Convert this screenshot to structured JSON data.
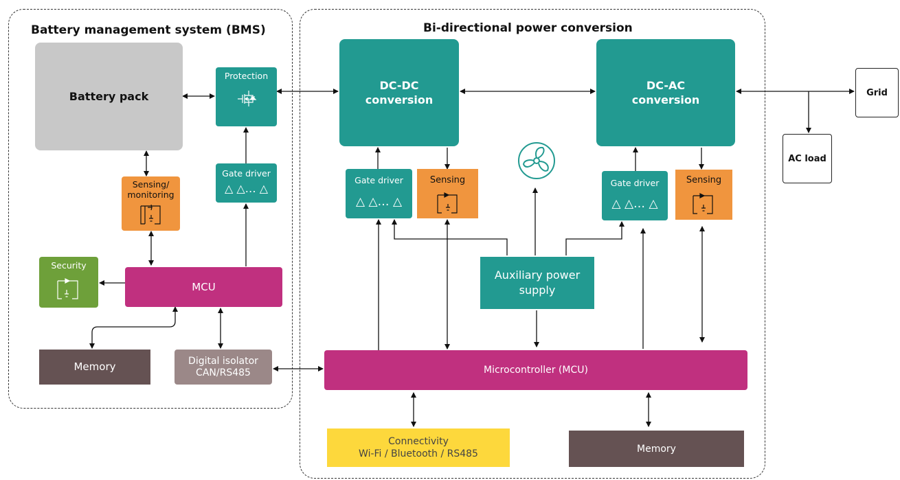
{
  "groups": {
    "bms": "Battery management system (BMS)",
    "power": "Bi-directional power conversion"
  },
  "blocks": {
    "battery_pack": "Battery pack",
    "protection": "Protection",
    "gate_driver_bms": "Gate driver",
    "sensing_monitoring": "Sensing/\nmonitoring",
    "security": "Security",
    "mcu_bms": "MCU",
    "memory_bms": "Memory",
    "digital_isolator": "Digital isolator\nCAN/RS485",
    "dcdc": "DC-DC\nconversion",
    "dcac": "DC-AC\nconversion",
    "gate_driver_dcdc": "Gate driver",
    "sensing_dcdc": "Sensing",
    "gate_driver_dcac": "Gate driver",
    "sensing_dcac": "Sensing",
    "aux_power": "Auxiliary power\nsupply",
    "mcu_main": "Microcontroller (MCU)",
    "connectivity": "Connectivity\nWi-Fi / Bluetooth / RS485",
    "memory_main": "Memory",
    "grid": "Grid",
    "ac_load": "AC load"
  },
  "gate_symbols": "△ △… △",
  "icons": [
    "mosfet-icon",
    "sensor-icon",
    "security-chip-icon",
    "fan-icon",
    "triangle-icon"
  ],
  "colors": {
    "teal": "#229a91",
    "orange": "#f0953e",
    "magenta": "#c0307f",
    "gray": "#c8c8c8",
    "brown": "#655253",
    "taupe": "#9b8888",
    "green": "#6ea03a",
    "yellow": "#fdd83c"
  }
}
